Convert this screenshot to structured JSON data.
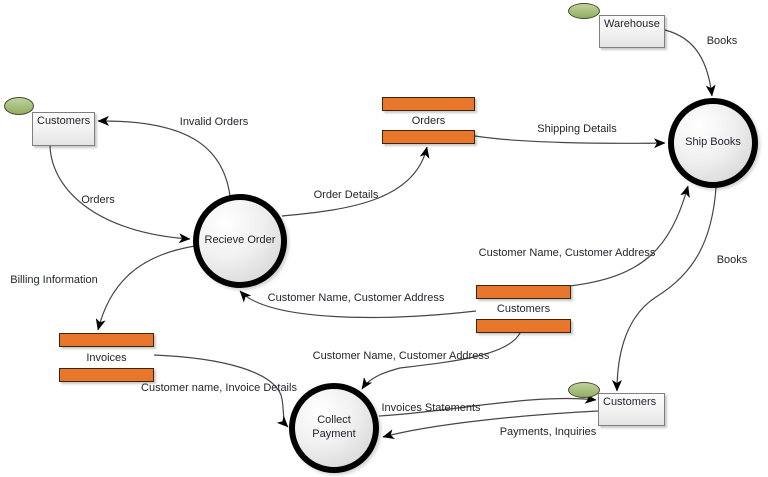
{
  "colors": {
    "store_fill": "#e8772c",
    "store_border": "#3d2410",
    "entity_border": "#7f7f7f",
    "oval_fill_top": "#c0d2a0",
    "oval_fill_bottom": "#93ad61",
    "oval_border": "#44502a",
    "line_color": "#464646",
    "arrow_color": "#000000",
    "text_color": "#22262e",
    "bg": "#ffffff"
  },
  "entities": [
    {
      "label": "Customers",
      "position": "top-left"
    },
    {
      "label": "Warehouse",
      "position": "top-right"
    },
    {
      "label": "Customers",
      "position": "bottom-right"
    }
  ],
  "processes": [
    {
      "label": "Recieve Order"
    },
    {
      "label": "Ship Books"
    },
    {
      "label": "Collect Payment"
    }
  ],
  "stores": [
    {
      "label": "Orders"
    },
    {
      "label": "Customers"
    },
    {
      "label": "Invoices"
    }
  ],
  "flows": [
    {
      "label": "Orders",
      "from": "Customers (top-left)",
      "to": "Recieve Order"
    },
    {
      "label": "Invalid Orders",
      "from": "Recieve Order",
      "to": "Customers (top-left)"
    },
    {
      "label": "Billing Information",
      "from": "Recieve Order",
      "to": "Invoices store"
    },
    {
      "label": "Order Details",
      "from": "Recieve Order",
      "to": "Orders store"
    },
    {
      "label": "Shipping Details",
      "from": "Orders store",
      "to": "Ship Books"
    },
    {
      "label": "Books",
      "from": "Warehouse",
      "to": "Ship Books"
    },
    {
      "label": "Customer Name, Customer Address",
      "from": "Customers store",
      "to": "Ship Books"
    },
    {
      "label": "Customer Name, Customer Address",
      "from": "Customers store",
      "to": "Recieve Order"
    },
    {
      "label": "Customer Name, Customer Address",
      "from": "Customers store",
      "to": "Collect Payment"
    },
    {
      "label": "Customer name, Invoice Details",
      "from": "Invoices store",
      "to": "Collect Payment"
    },
    {
      "label": "Invoices Statements",
      "from": "Collect Payment",
      "to": "Customers (bottom-right)"
    },
    {
      "label": "Payments, Inquiries",
      "from": "Customers (bottom-right)",
      "to": "Collect Payment"
    },
    {
      "label": "Books",
      "from": "Ship Books",
      "to": "Customers (bottom-right)"
    }
  ]
}
